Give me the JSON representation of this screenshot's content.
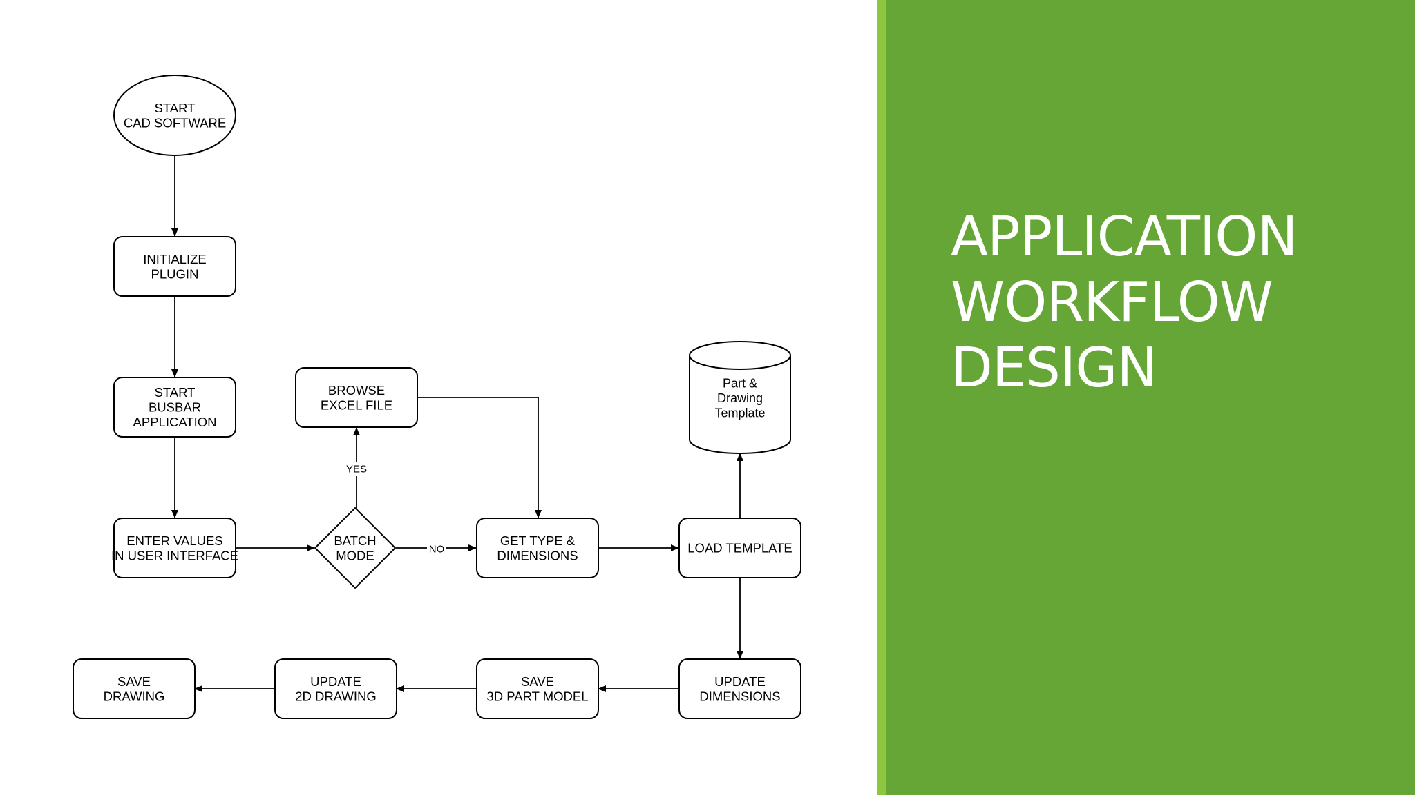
{
  "panel": {
    "title_lines": [
      "APPLICATION",
      "WORKFLOW",
      "DESIGN"
    ],
    "background_color": "#65a637",
    "accent_color": "#8dc63f"
  },
  "flowchart": {
    "nodes": [
      {
        "id": "start_cad",
        "shape": "ellipse",
        "lines": [
          "START",
          "CAD SOFTWARE"
        ]
      },
      {
        "id": "init_plugin",
        "shape": "rounded-rect",
        "lines": [
          "INITIALIZE",
          "PLUGIN"
        ]
      },
      {
        "id": "start_busbar",
        "shape": "rounded-rect",
        "lines": [
          "START",
          "BUSBAR",
          "APPLICATION"
        ]
      },
      {
        "id": "enter_values",
        "shape": "rounded-rect",
        "lines": [
          "ENTER VALUES",
          "IN USER INTERFACE"
        ]
      },
      {
        "id": "batch_mode",
        "shape": "diamond",
        "lines": [
          "BATCH",
          "MODE"
        ]
      },
      {
        "id": "browse_excel",
        "shape": "rounded-rect",
        "lines": [
          "BROWSE",
          "EXCEL FILE"
        ]
      },
      {
        "id": "get_type",
        "shape": "rounded-rect",
        "lines": [
          "GET TYPE &",
          "DIMENSIONS"
        ]
      },
      {
        "id": "load_template",
        "shape": "rounded-rect",
        "lines": [
          "LOAD TEMPLATE"
        ]
      },
      {
        "id": "template_db",
        "shape": "cylinder",
        "lines": [
          "Part &",
          "Drawing",
          "Template"
        ]
      },
      {
        "id": "update_dims",
        "shape": "rounded-rect",
        "lines": [
          "UPDATE",
          "DIMENSIONS"
        ]
      },
      {
        "id": "save_part",
        "shape": "rounded-rect",
        "lines": [
          "SAVE",
          "3D PART MODEL"
        ]
      },
      {
        "id": "update_drawing",
        "shape": "rounded-rect",
        "lines": [
          "UPDATE",
          "2D DRAWING"
        ]
      },
      {
        "id": "save_drawing",
        "shape": "rounded-rect",
        "lines": [
          "SAVE",
          "DRAWING"
        ]
      }
    ],
    "edges": [
      {
        "from": "start_cad",
        "to": "init_plugin",
        "label": ""
      },
      {
        "from": "init_plugin",
        "to": "start_busbar",
        "label": ""
      },
      {
        "from": "start_busbar",
        "to": "enter_values",
        "label": ""
      },
      {
        "from": "enter_values",
        "to": "batch_mode",
        "label": ""
      },
      {
        "from": "batch_mode",
        "to": "browse_excel",
        "label": "YES"
      },
      {
        "from": "batch_mode",
        "to": "get_type",
        "label": "NO"
      },
      {
        "from": "browse_excel",
        "to": "get_type",
        "label": ""
      },
      {
        "from": "get_type",
        "to": "load_template",
        "label": ""
      },
      {
        "from": "load_template",
        "to": "template_db",
        "label": ""
      },
      {
        "from": "load_template",
        "to": "update_dims",
        "label": ""
      },
      {
        "from": "update_dims",
        "to": "save_part",
        "label": ""
      },
      {
        "from": "save_part",
        "to": "update_drawing",
        "label": ""
      },
      {
        "from": "update_drawing",
        "to": "save_drawing",
        "label": ""
      }
    ]
  }
}
